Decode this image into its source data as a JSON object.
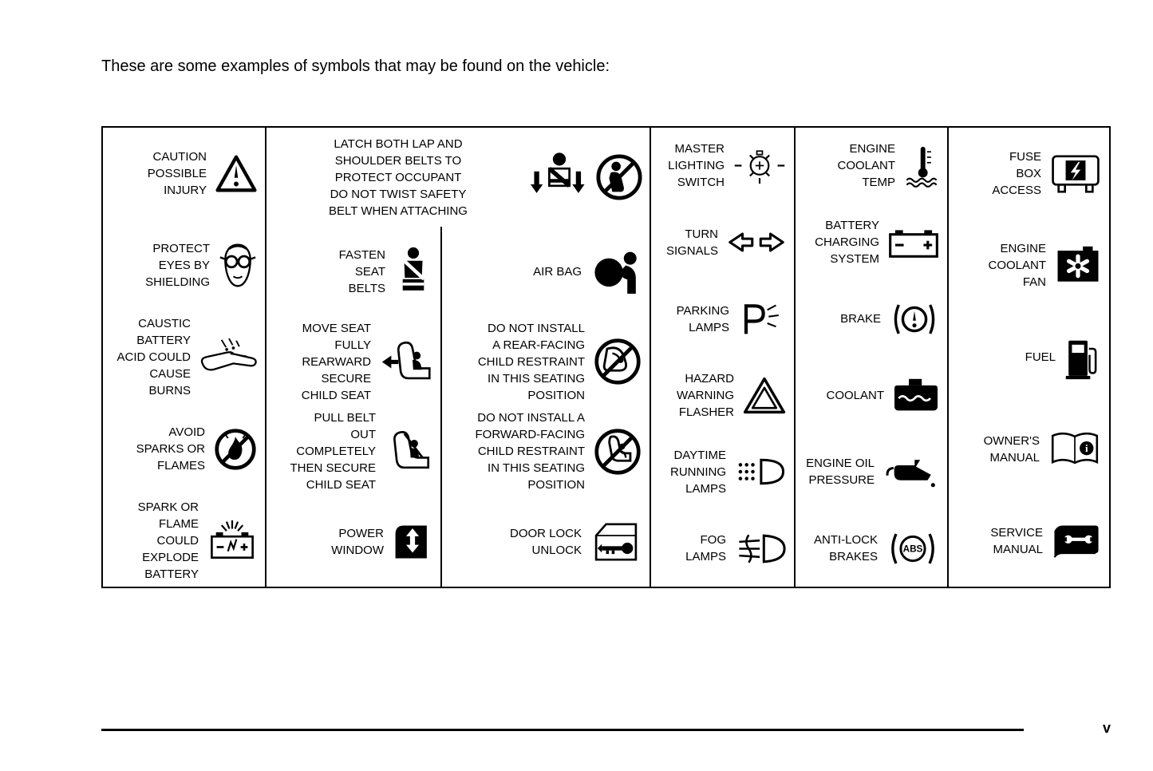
{
  "page": {
    "intro": "These are some examples of symbols that may be found on the vehicle:",
    "page_number": "v"
  },
  "colors": {
    "ink": "#000000",
    "paper": "#ffffff"
  },
  "table": {
    "warnings": [
      {
        "label": "CAUTION\nPOSSIBLE\nINJURY",
        "icon": "caution-triangle"
      },
      {
        "label": "PROTECT\nEYES BY\nSHIELDING",
        "icon": "eye-shield-face"
      },
      {
        "label": "CAUSTIC\nBATTERY\nACID COULD\nCAUSE\nBURNS",
        "icon": "acid-hand"
      },
      {
        "label": "AVOID\nSPARKS OR\nFLAMES",
        "icon": "no-flames"
      },
      {
        "label": "SPARK OR\nFLAME\nCOULD\nEXPLODE\nBATTERY",
        "icon": "battery-explosion"
      }
    ],
    "latch": {
      "label": "LATCH BOTH LAP AND\nSHOULDER BELTS TO\nPROTECT OCCUPANT\nDO NOT TWIST SAFETY\nBELT WHEN ATTACHING",
      "icons": [
        "lap-shoulder-belt",
        "no-unbelted-occupant"
      ]
    },
    "seating_left": [
      {
        "label": "FASTEN\nSEAT\nBELTS",
        "icon": "fasten-seat-belt"
      },
      {
        "label": "MOVE SEAT\nFULLY\nREARWARD\nSECURE\nCHILD SEAT",
        "icon": "seat-rearward-arrow"
      },
      {
        "label": "PULL BELT\nOUT\nCOMPLETELY\nTHEN SECURE\nCHILD SEAT",
        "icon": "belt-child-seat"
      },
      {
        "label": "POWER\nWINDOW",
        "icon": "power-window"
      }
    ],
    "seating_right": [
      {
        "label": "AIR BAG",
        "icon": "air-bag"
      },
      {
        "label": "DO NOT INSTALL\nA REAR-FACING\nCHILD RESTRAINT\nIN THIS SEATING\nPOSITION",
        "icon": "no-rear-facing-restraint"
      },
      {
        "label": "DO NOT INSTALL A\nFORWARD-FACING\nCHILD RESTRAINT\nIN THIS SEATING\nPOSITION",
        "icon": "no-forward-facing-restraint"
      },
      {
        "label": "DOOR LOCK\nUNLOCK",
        "icon": "door-lock-key"
      }
    ],
    "lighting": [
      {
        "label": "MASTER\nLIGHTING\nSWITCH",
        "icon": "master-light-switch"
      },
      {
        "label": "TURN\nSIGNALS",
        "icon": "turn-signal-arrows"
      },
      {
        "label": "PARKING\nLAMPS",
        "icon": "parking-lamp"
      },
      {
        "label": "HAZARD\nWARNING\nFLASHER",
        "icon": "hazard-triangle"
      },
      {
        "label": "DAYTIME\nRUNNING\nLAMPS",
        "icon": "daytime-running-lamp"
      },
      {
        "label": "FOG\nLAMPS",
        "icon": "fog-lamp"
      }
    ],
    "engine": [
      {
        "label": "ENGINE\nCOOLANT\nTEMP",
        "icon": "coolant-thermometer"
      },
      {
        "label": "BATTERY\nCHARGING\nSYSTEM",
        "icon": "battery-charging"
      },
      {
        "label": "BRAKE",
        "icon": "brake-warning"
      },
      {
        "label": "COOLANT",
        "icon": "coolant-tank"
      },
      {
        "label": "ENGINE OIL\nPRESSURE",
        "icon": "oil-can"
      },
      {
        "label": "ANTI-LOCK\nBRAKES",
        "icon": "abs"
      }
    ],
    "misc": [
      {
        "label": "FUSE\nBOX\nACCESS",
        "icon": "fuse-box"
      },
      {
        "label": "ENGINE\nCOOLANT\nFAN",
        "icon": "coolant-fan"
      },
      {
        "label": "FUEL",
        "icon": "fuel-pump"
      },
      {
        "label": "OWNER'S\nMANUAL",
        "icon": "owners-manual-book"
      },
      {
        "label": "SERVICE\nMANUAL",
        "icon": "service-manual-book"
      }
    ]
  }
}
